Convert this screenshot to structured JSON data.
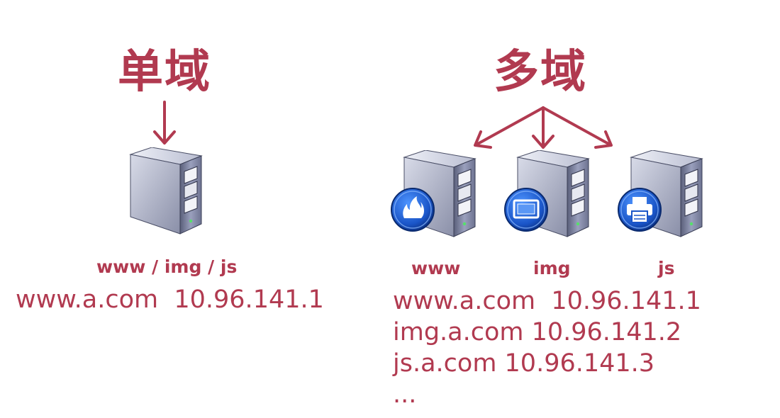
{
  "single": {
    "title": "单域",
    "server_label": "www / img / js",
    "mapping": "www.a.com  10.96.141.1"
  },
  "multi": {
    "title": "多域",
    "servers": [
      {
        "label": "www",
        "icon": "fire-icon"
      },
      {
        "label": "img",
        "icon": "monitor-icon"
      },
      {
        "label": "js",
        "icon": "printer-icon"
      }
    ],
    "mappings": [
      "www.a.com  10.96.141.1",
      "img.a.com 10.96.141.2",
      "js.a.com 10.96.141.3",
      "..."
    ]
  },
  "colors": {
    "accent": "#b13a50",
    "badge_blue": "#1e63d6"
  }
}
